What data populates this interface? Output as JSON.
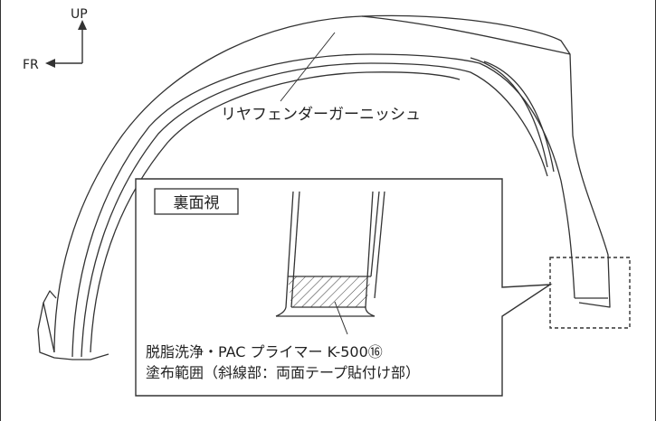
{
  "orientation": {
    "up_label": "UP",
    "front_label": "FR"
  },
  "part_label": "リヤフェンダーガーニッシュ",
  "detail": {
    "view_label": "裏面視",
    "note_line1": "脱脂洗浄・PAC プライマー K-500⑯",
    "note_line2": "塗布範囲（斜線部：両面テープ貼付け部）"
  },
  "colors": {
    "line": "#333333",
    "text": "#222222",
    "background": "#ffffff"
  }
}
